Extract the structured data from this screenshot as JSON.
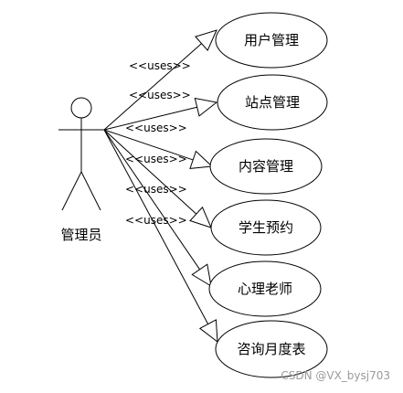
{
  "diagram": {
    "actor": {
      "label": "管理员"
    },
    "stereotype": "<<uses>>",
    "use_cases": [
      {
        "label": "用户管理"
      },
      {
        "label": "站点管理"
      },
      {
        "label": "内容管理"
      },
      {
        "label": "学生预约"
      },
      {
        "label": "心理老师"
      },
      {
        "label": "咨询月度表"
      }
    ],
    "watermark": "CSDN @VX_bysj703"
  }
}
